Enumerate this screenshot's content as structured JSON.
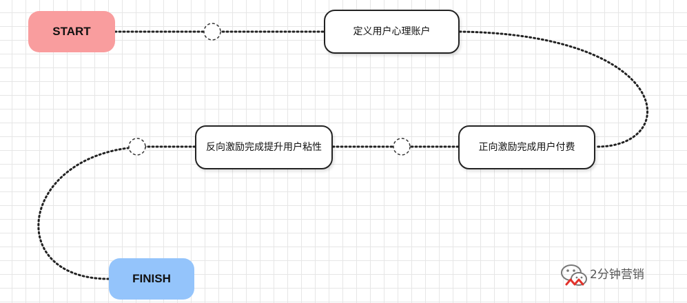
{
  "nodes": {
    "start": {
      "label": "START"
    },
    "step1": {
      "label": "定义用户心理账户"
    },
    "step2": {
      "label": "正向激励完成用户付费"
    },
    "step3": {
      "label": "反向激励完成提升用户粘性"
    },
    "finish": {
      "label": "FINISH"
    }
  },
  "watermark": {
    "text": "2分钟营销"
  },
  "colors": {
    "start_fill": "#f99d9e",
    "finish_fill": "#94c4fb",
    "connector": "#222222",
    "node_border": "#222222"
  }
}
